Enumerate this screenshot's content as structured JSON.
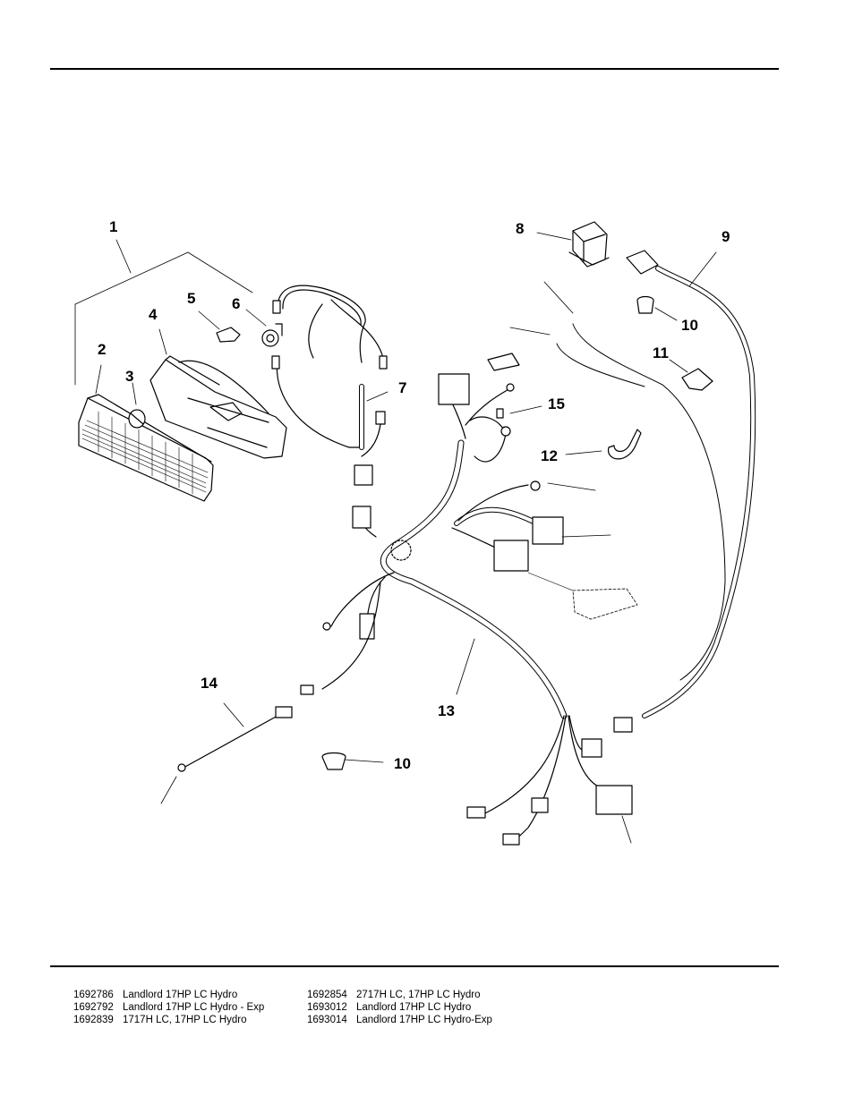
{
  "diagram": {
    "callouts": [
      "1",
      "2",
      "3",
      "4",
      "5",
      "6",
      "7",
      "8",
      "9",
      "10",
      "11",
      "12",
      "13",
      "14",
      "15",
      "10"
    ]
  },
  "models": {
    "left": [
      {
        "number": "1692786",
        "name": "Landlord 17HP LC Hydro"
      },
      {
        "number": "1692792",
        "name": "Landlord 17HP LC Hydro - Exp"
      },
      {
        "number": "1692839",
        "name": "1717H LC, 17HP LC Hydro"
      }
    ],
    "right": [
      {
        "number": "1692854",
        "name": "2717H LC, 17HP LC Hydro"
      },
      {
        "number": "1693012",
        "name": "Landlord 17HP LC Hydro"
      },
      {
        "number": "1693014",
        "name": "Landlord 17HP LC Hydro-Exp"
      }
    ]
  }
}
